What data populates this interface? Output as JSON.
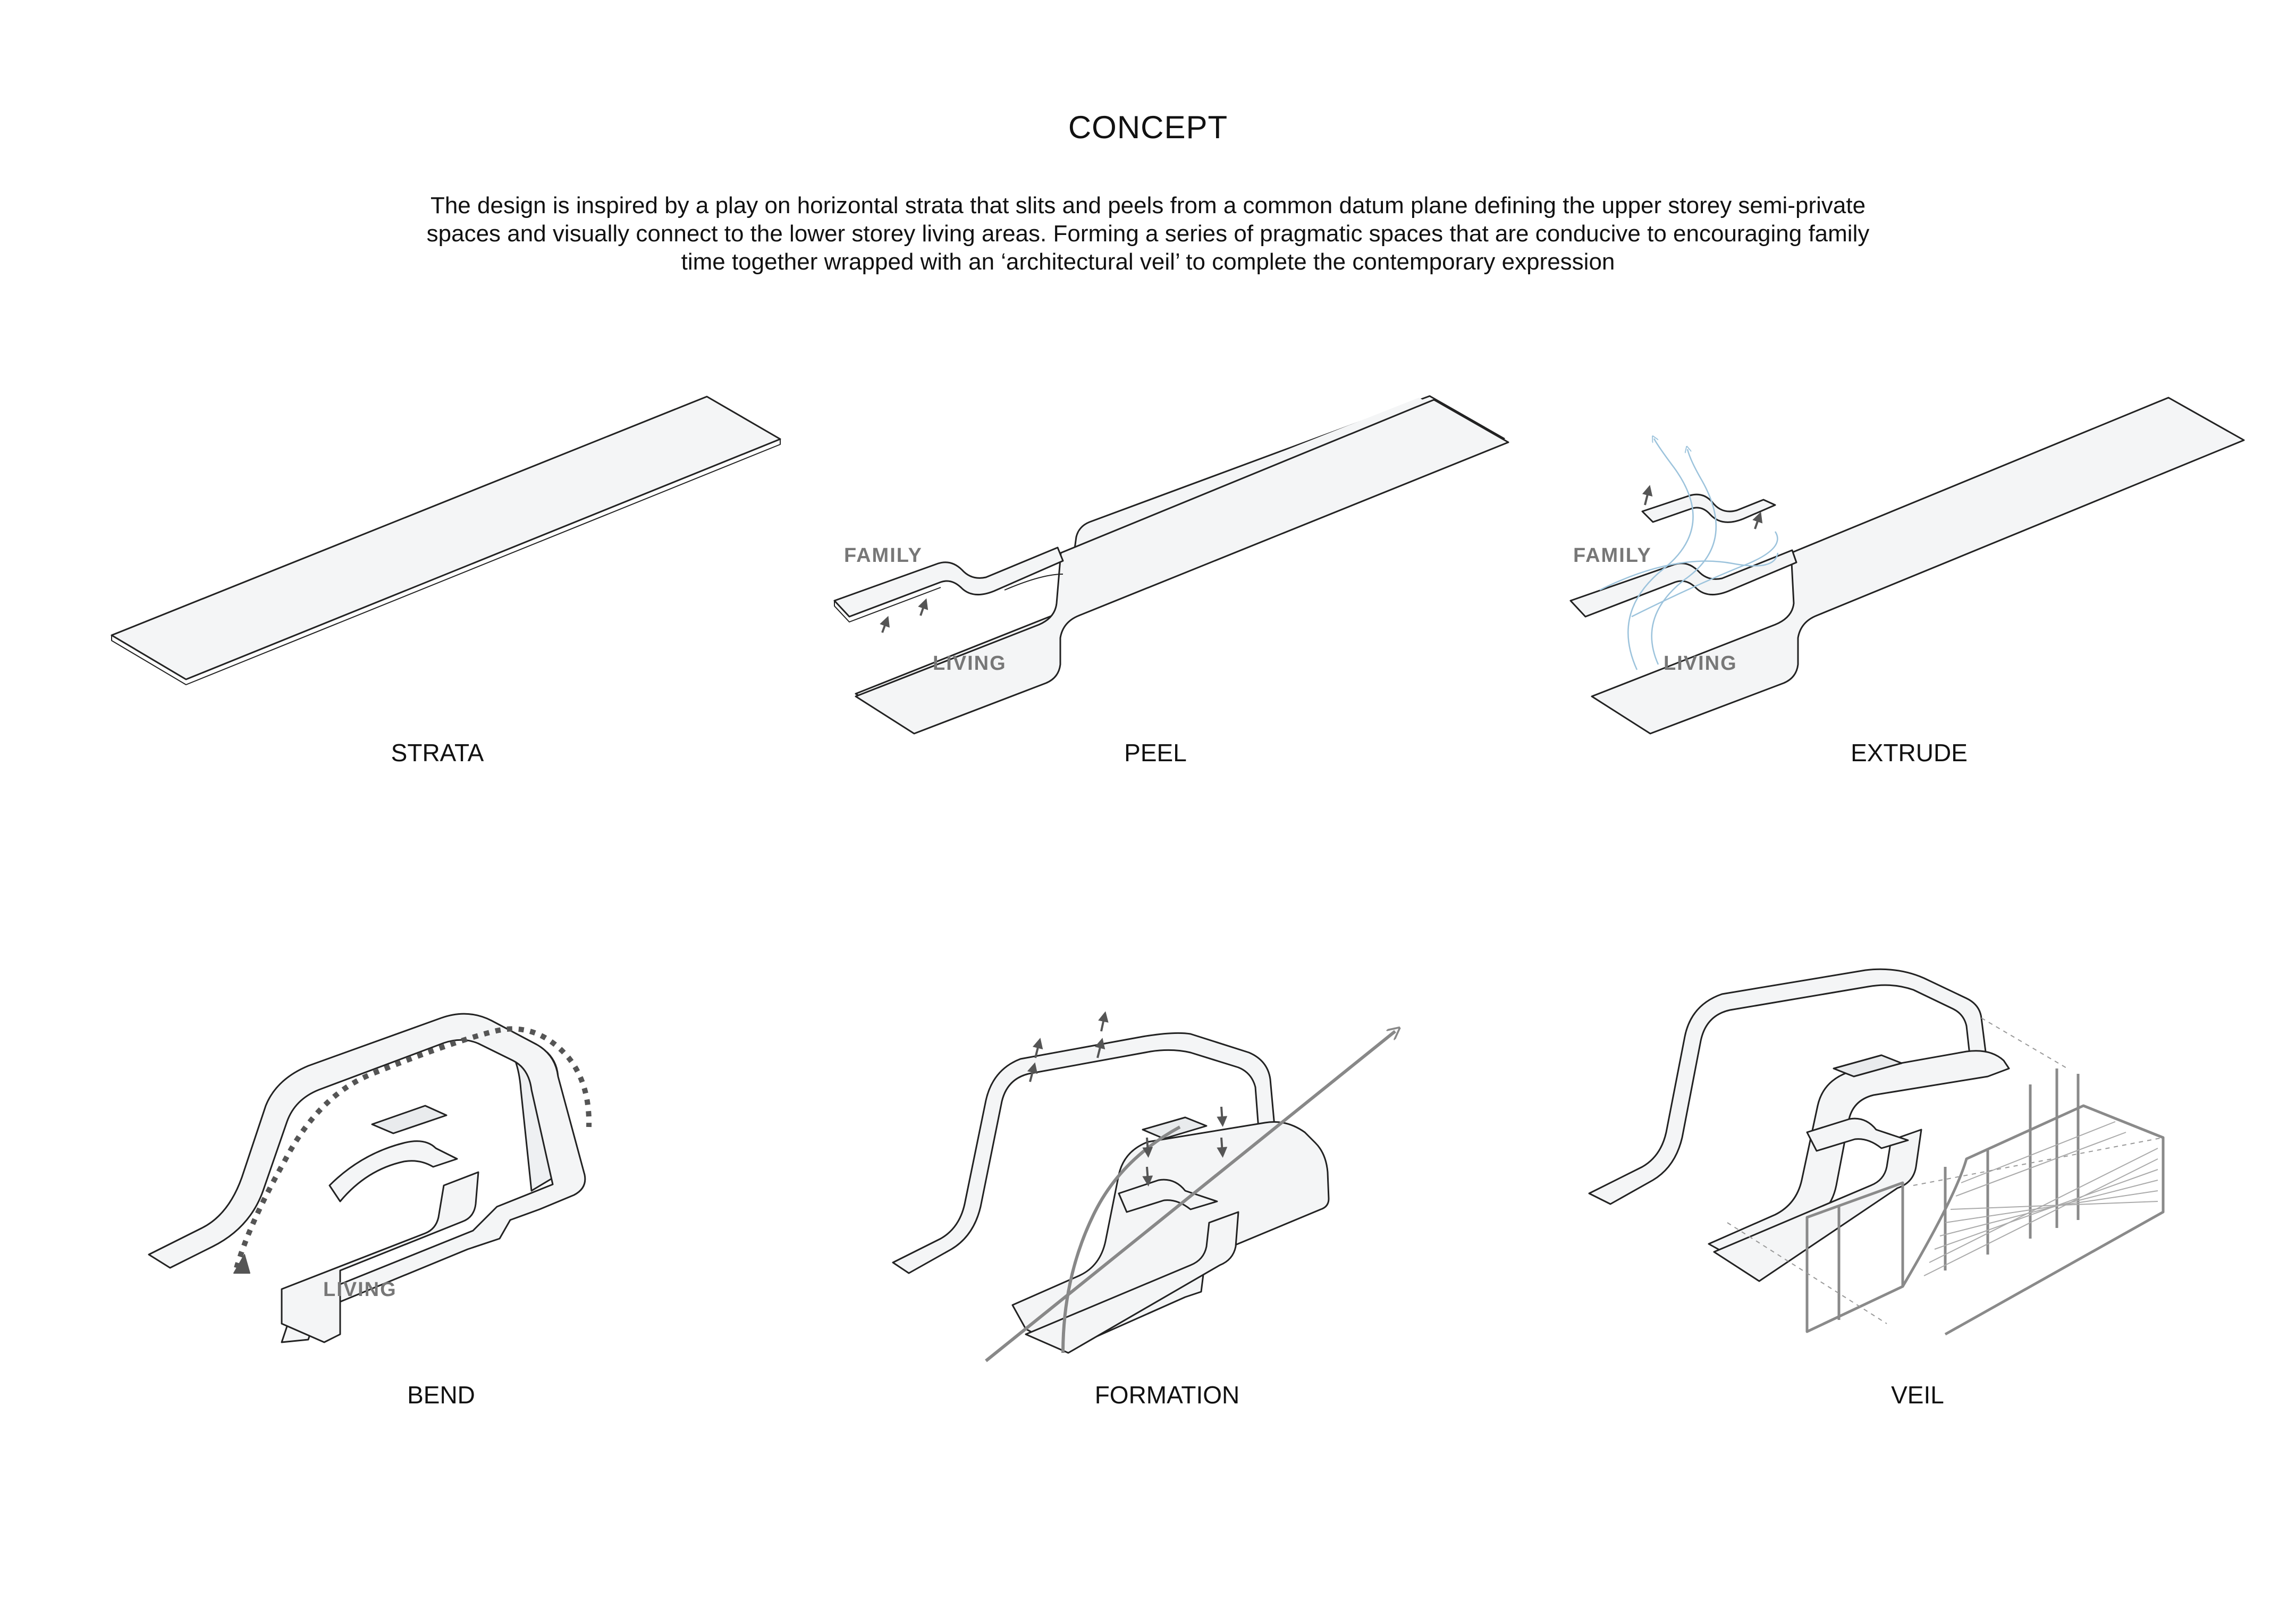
{
  "page": {
    "title": "CONCEPT",
    "description": "The design is inspired by a play on horizontal strata that slits and peels from a common datum plane defining the upper storey semi-private spaces and visually connect to the lower storey living areas. Forming a series of pragmatic spaces that are conducive to encouraging family time together wrapped with an ‘architectural veil’ to complete the contemporary expression"
  },
  "steps": [
    {
      "caption": "STRATA"
    },
    {
      "caption": "PEEL",
      "labels": [
        "FAMILY",
        "LIVING"
      ]
    },
    {
      "caption": "EXTRUDE",
      "labels": [
        "FAMILY",
        "LIVING"
      ]
    },
    {
      "caption": "BEND",
      "labels": [
        "LIVING"
      ]
    },
    {
      "caption": "FORMATION"
    },
    {
      "caption": "VEIL"
    }
  ],
  "colors": {
    "line": "#222222",
    "slab_fill": "#f4f5f6",
    "label": "#777777",
    "arrow": "#555555",
    "flow": "#9cc3dc",
    "veil": "#8a8a8a"
  }
}
